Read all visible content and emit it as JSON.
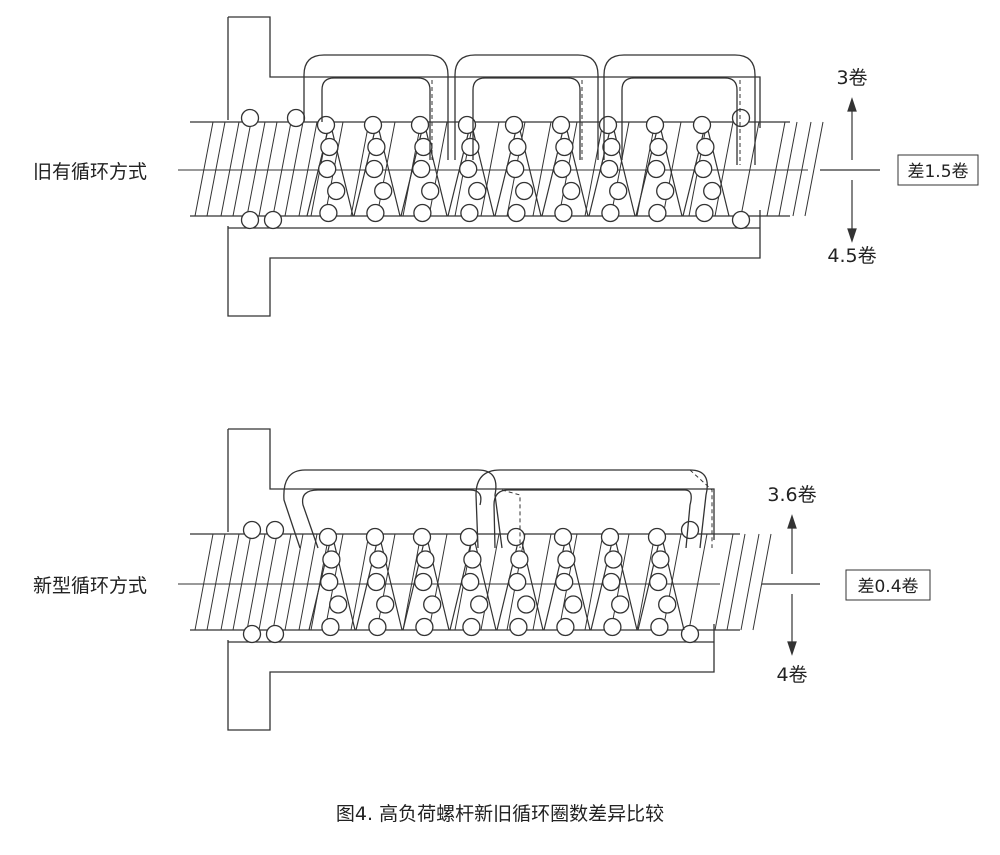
{
  "top": {
    "label": "旧有循环方式",
    "turns_upper": "3卷",
    "turns_lower": "4.5卷",
    "difference": "差1.5卷"
  },
  "bottom": {
    "label": "新型循环方式",
    "turns_upper": "3.6卷",
    "turns_lower": "4卷",
    "difference": "差0.4卷"
  },
  "caption": "图4. 高负荷螺杆新旧循环圈数差异比较"
}
